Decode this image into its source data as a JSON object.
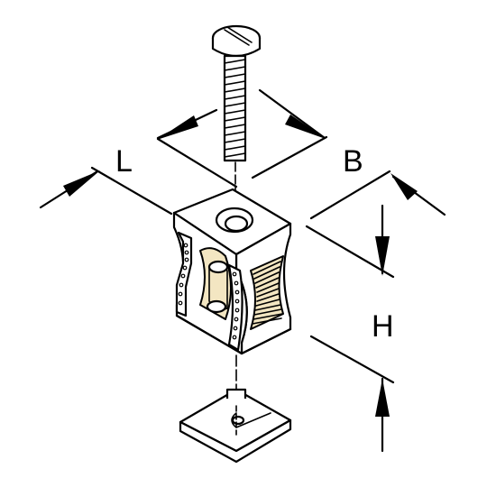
{
  "dimensions": {
    "L": "L",
    "B": "B",
    "H": "H"
  },
  "parts": [
    "slotted-screw",
    "clamp-body",
    "clamp-plate"
  ],
  "colors": {
    "line": "#000000",
    "background": "#ffffff",
    "shading": "#f3e6c2"
  }
}
